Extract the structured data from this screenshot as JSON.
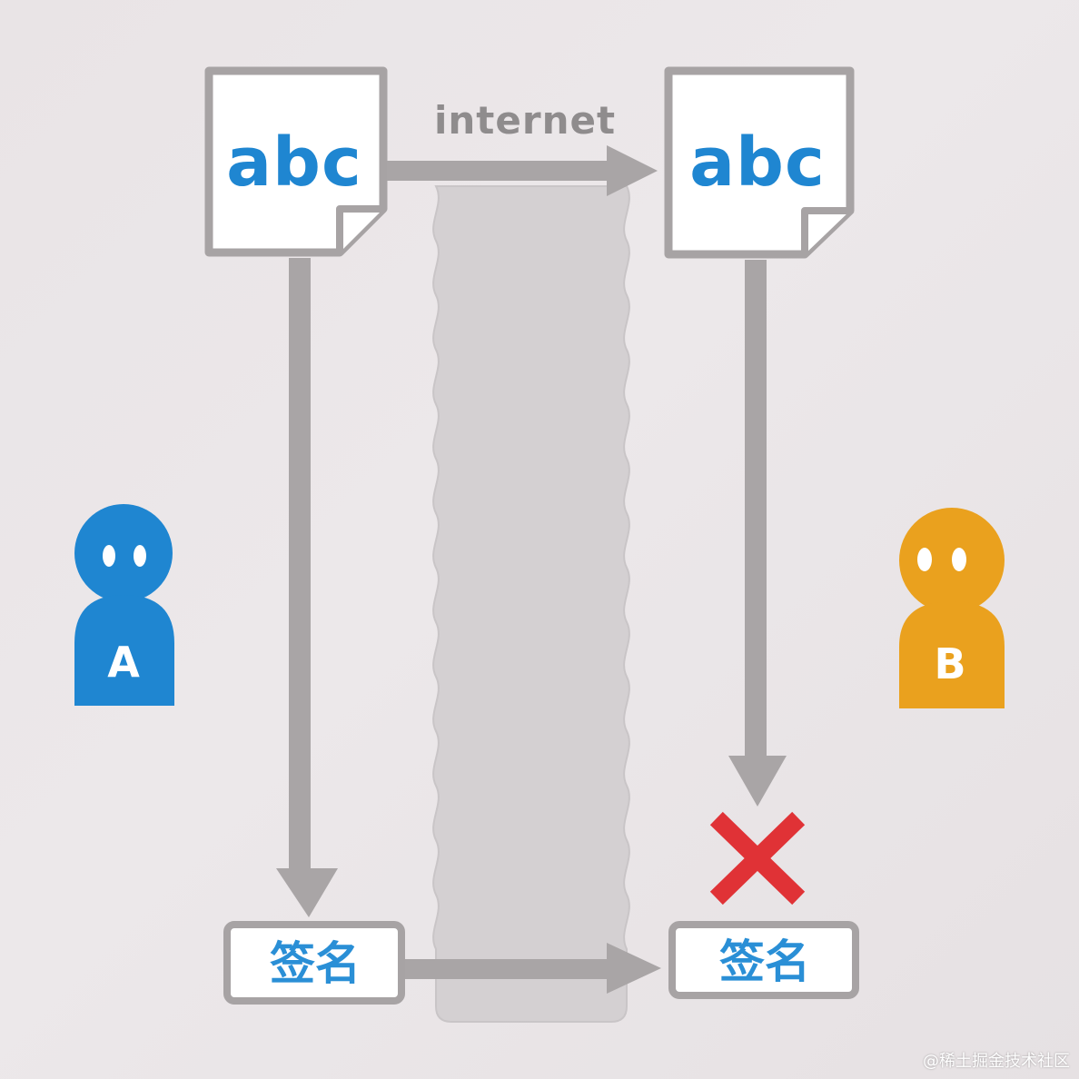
{
  "doc_left": {
    "text": "abc"
  },
  "doc_right": {
    "text": "abc"
  },
  "internet": {
    "label": "internet"
  },
  "signature_left": {
    "text": "签名"
  },
  "signature_right": {
    "text": "签名"
  },
  "person_a": {
    "letter": "A",
    "color": "#1f86d1"
  },
  "person_b": {
    "letter": "B",
    "color": "#eaa11e"
  },
  "rejection": {
    "icon": "red-cross-icon",
    "color": "#e03236"
  },
  "watermark": {
    "text": "@稀土掘金技术社区"
  },
  "colors": {
    "arrow": "#a9a5a6",
    "box_border": "#a7a3a4",
    "channel": "#d3cfd1"
  }
}
